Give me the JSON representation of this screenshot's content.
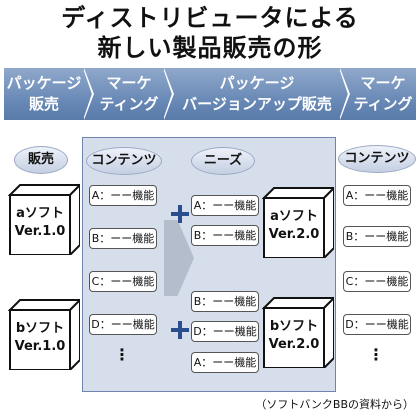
{
  "title": {
    "line1": "ディストリビュータによる",
    "line2": "新しい製品販売の形"
  },
  "process": [
    {
      "line1": "パッケージ",
      "line2": "販売"
    },
    {
      "line1": "マーケ",
      "line2": "ティング"
    },
    {
      "line1": "パッケージ",
      "line2": "バージョンアップ販売"
    },
    {
      "line1": "マーケ",
      "line2": "ティング"
    }
  ],
  "labels": {
    "sales": "販売",
    "contents": "コンテンツ",
    "needs": "ニーズ",
    "contents_right": "コンテンツ"
  },
  "cubes": [
    {
      "line1": "aソフト",
      "line2": "Ver.1.0"
    },
    {
      "line1": "bソフト",
      "line2": "Ver.1.0"
    },
    {
      "line1": "aソフト",
      "line2": "Ver.2.0"
    },
    {
      "line1": "bソフト",
      "line2": "Ver.2.0"
    }
  ],
  "functions": {
    "col2": [
      "A：ーー機能",
      "B：ーー機能",
      "C：ーー機能",
      "D：ーー機能"
    ],
    "col3": [
      "A：ーー機能",
      "B：ーー機能",
      "B：ーー機能",
      "D：ーー機能",
      "A：ーー機能"
    ],
    "col5": [
      "A：ーー機能",
      "B：ーー機能",
      "C：ーー機能",
      "D：ーー機能"
    ]
  },
  "ellipsis": "⋮",
  "source": "（ソフトバンクBBの資料から）",
  "colors": {
    "band": "#6a8ab7",
    "region": "#d7deeb",
    "plus": "#2a4f8e"
  }
}
